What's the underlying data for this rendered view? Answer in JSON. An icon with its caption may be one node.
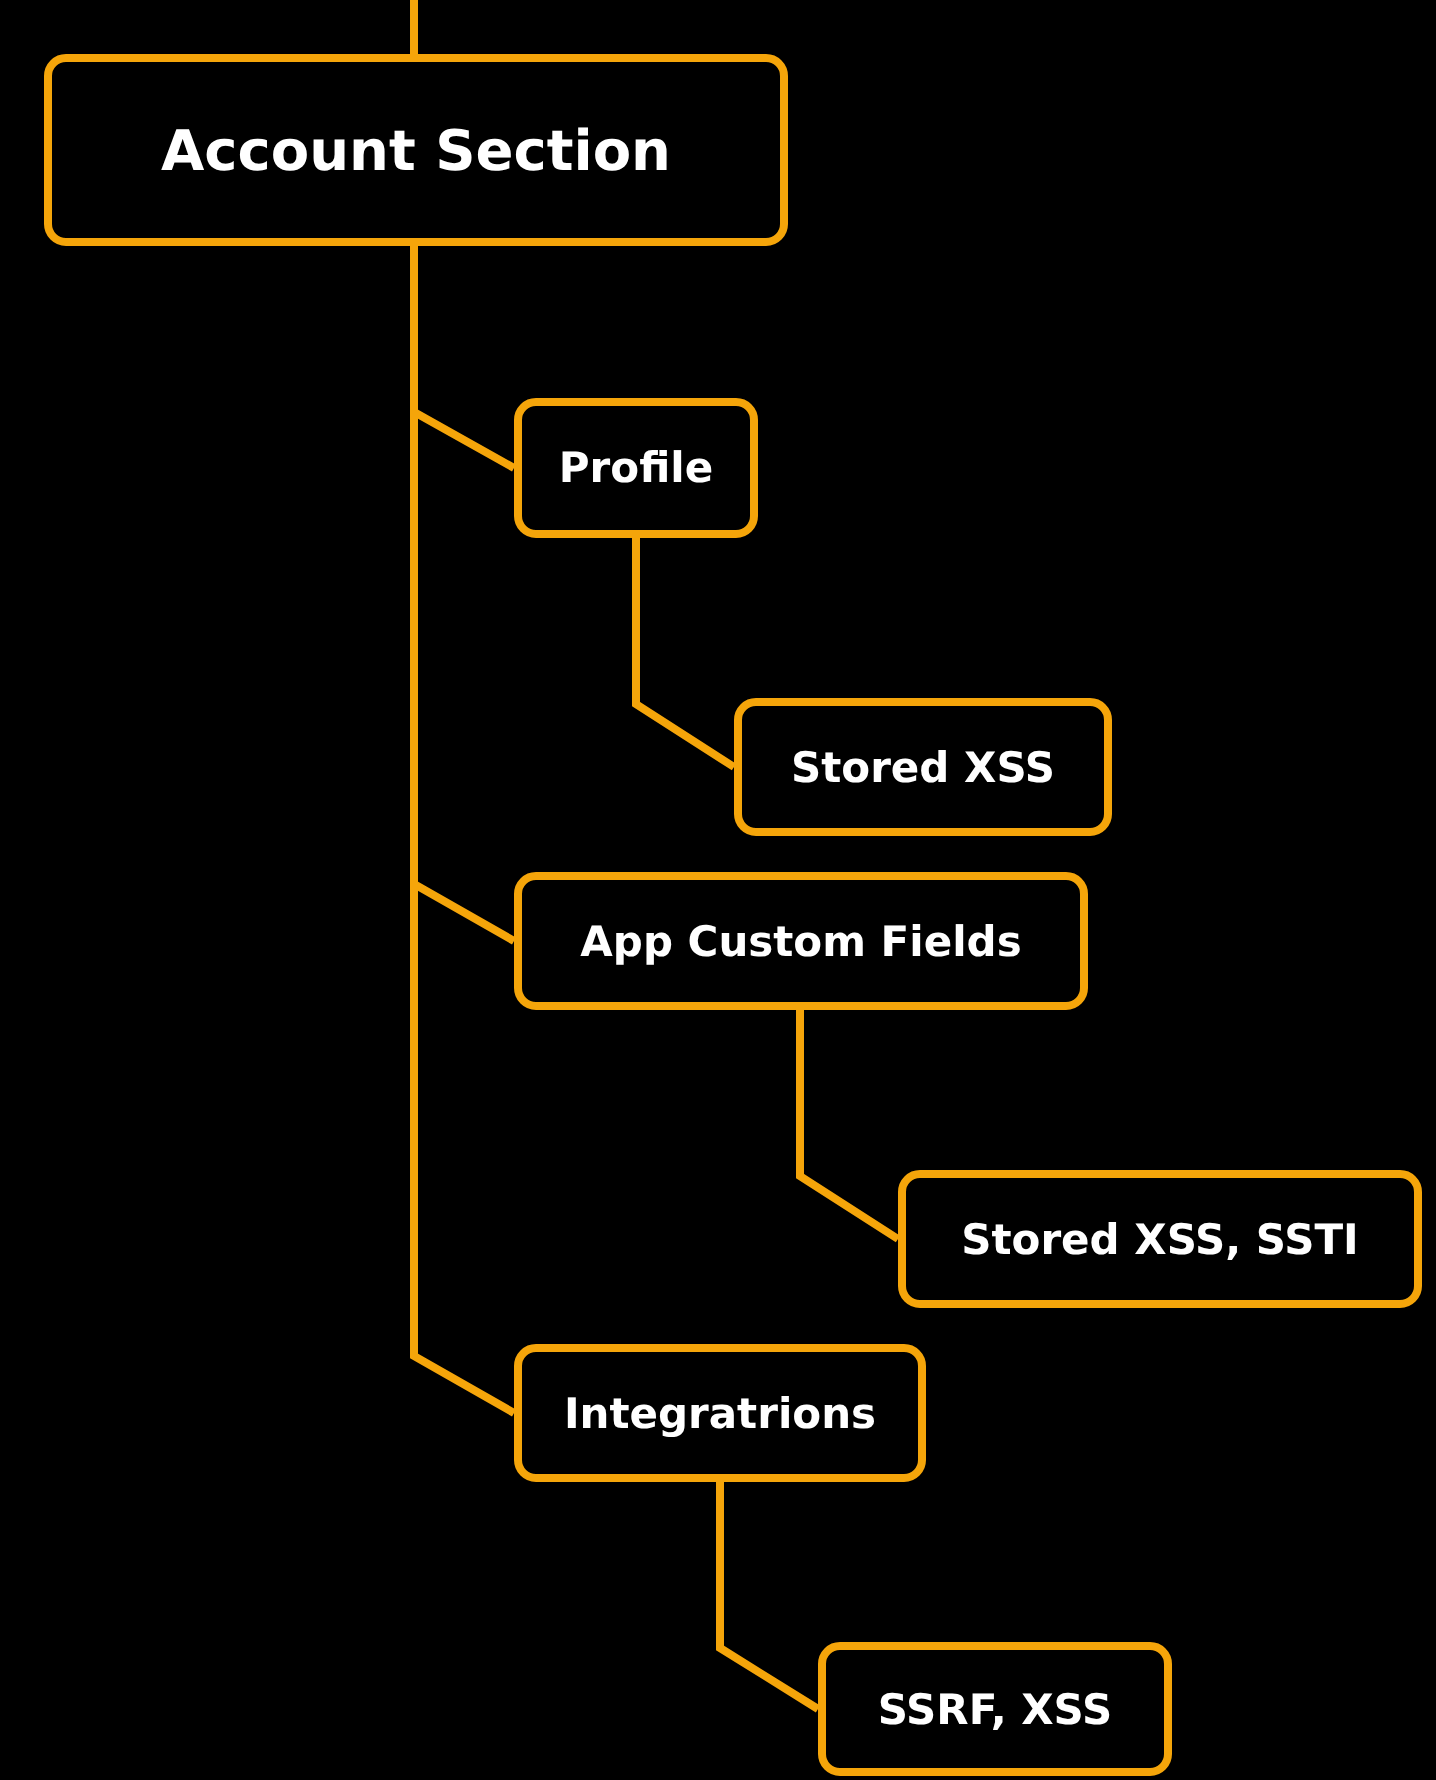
{
  "diagram": {
    "nodes": [
      {
        "text": [
          "Account Section"
        ]
      },
      {
        "text": [
          "Profile"
        ]
      },
      {
        "text": [
          "Stored XSS"
        ]
      },
      {
        "text": [
          "App Custom Fields"
        ]
      },
      {
        "text": [
          "Stored XSS, SSTI"
        ]
      },
      {
        "text": [
          "Integratrions"
        ]
      },
      {
        "text": [
          "SSRF, XSS"
        ]
      }
    ],
    "edges": [
      {
        "from": null,
        "to": 0,
        "arrow": "none"
      },
      {
        "from": 0,
        "to": 1,
        "arrow": "none"
      },
      {
        "from": 1,
        "to": 2,
        "arrow": "none"
      },
      {
        "from": 0,
        "to": 3,
        "arrow": "none"
      },
      {
        "from": 3,
        "to": 4,
        "arrow": "none"
      },
      {
        "from": 0,
        "to": 5,
        "arrow": "none"
      },
      {
        "from": 5,
        "to": 6,
        "arrow": "none"
      }
    ]
  }
}
